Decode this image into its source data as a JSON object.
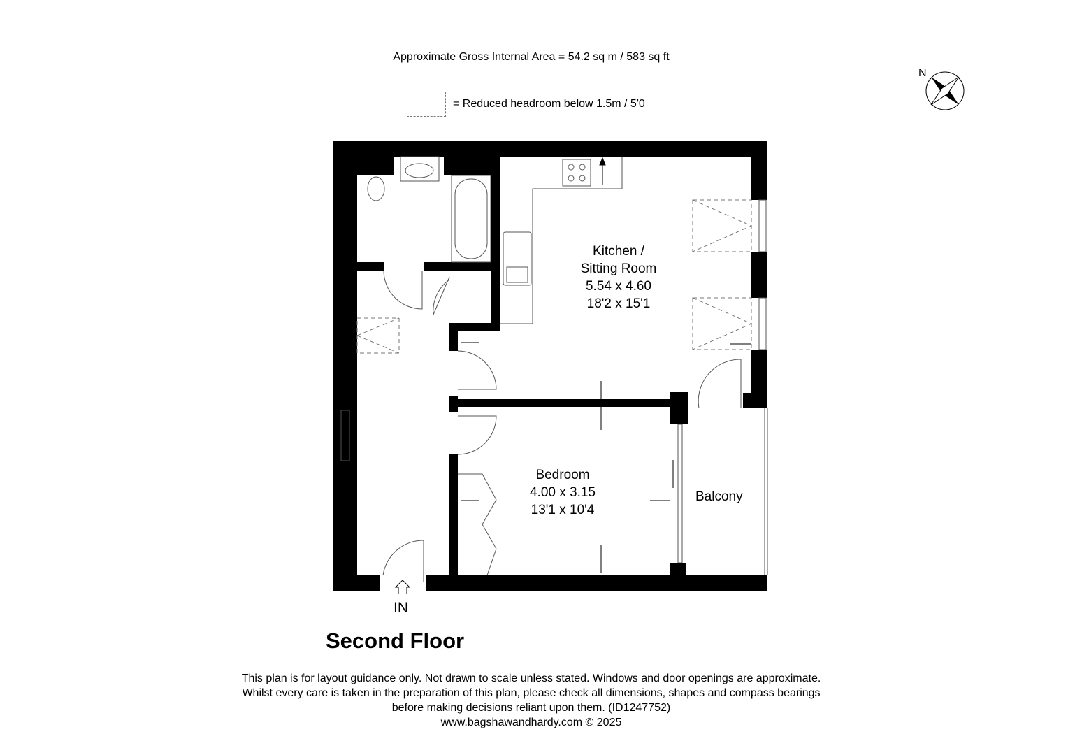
{
  "header": {
    "gross_area": "Approximate Gross Internal Area = 54.2 sq m / 583 sq ft",
    "legend_label": "= Reduced headroom below 1.5m / 5'0"
  },
  "compass": {
    "north_label": "N",
    "icon": "compass-rose-icon"
  },
  "rooms": {
    "kitchen": {
      "name_line1": "Kitchen /",
      "name_line2": "Sitting Room",
      "metric": "5.54 x 4.60",
      "imperial": "18'2 x 15'1"
    },
    "bedroom": {
      "name": "Bedroom",
      "metric": "4.00 x 3.15",
      "imperial": "13'1 x 10'4"
    },
    "balcony": {
      "name": "Balcony"
    }
  },
  "entrance_label": "IN",
  "floor_title": "Second Floor",
  "disclaimer": {
    "line1": "This plan is for layout guidance only. Not drawn to scale unless stated. Windows and door openings are approximate.",
    "line2": "Whilst every care is taken in the preparation of this plan, please check all dimensions, shapes and compass bearings",
    "line3": "before making decisions reliant upon them. (ID1247752)",
    "line4": "www.bagshawandhardy.com © 2025"
  },
  "colors": {
    "wall": "#000000",
    "line": "#555555",
    "dash": "#777777"
  }
}
